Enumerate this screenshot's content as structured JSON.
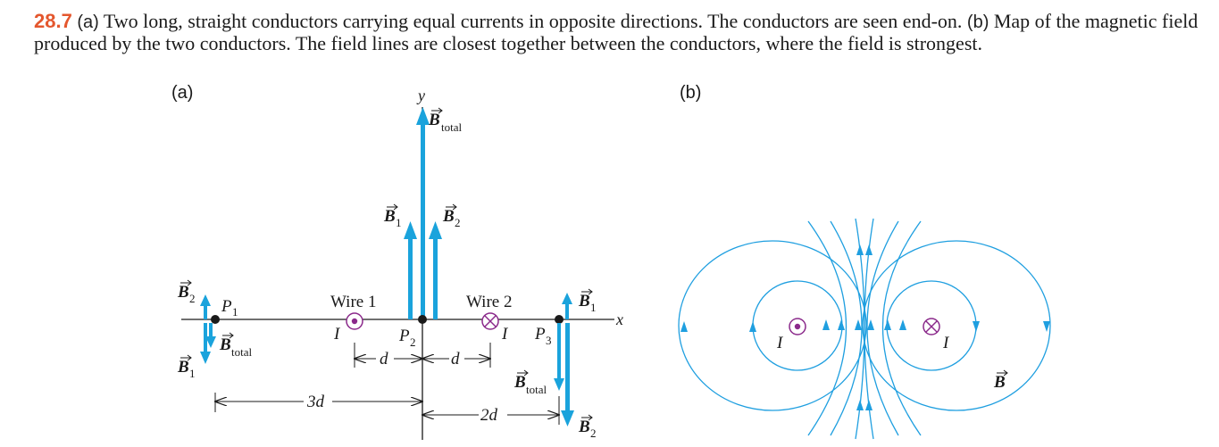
{
  "caption": {
    "figure_number": "28.7",
    "part_a_tag": "(a)",
    "part_a_text": "Two long, straight conductors carrying equal currents in opposite directions. The conductors are seen end-on.",
    "part_b_tag": "(b)",
    "part_b_text": "Map of the magnetic field produced by the two conductors. The field lines are closest together between the conductors, where the field is strongest."
  },
  "panel_a": {
    "label": "(a)",
    "axis_y": "y",
    "axis_x": "x",
    "wire1_label": "Wire 1",
    "wire2_label": "Wire 2",
    "current_symbol": "I",
    "vec_B": "B",
    "sub_total": "total",
    "sub_1": "1",
    "sub_2": "2",
    "point_P": "P",
    "dim_d": "d",
    "dim_2d": "2d",
    "dim_3d": "3d"
  },
  "panel_b": {
    "label": "(b)",
    "current_symbol": "I",
    "vec_B": "B"
  },
  "colors": {
    "field_arrow": "#1aa3dc",
    "field_line": "#1f9fe0",
    "wire_symbol": "#8b2a8b",
    "figure_number": "#e4572e"
  }
}
